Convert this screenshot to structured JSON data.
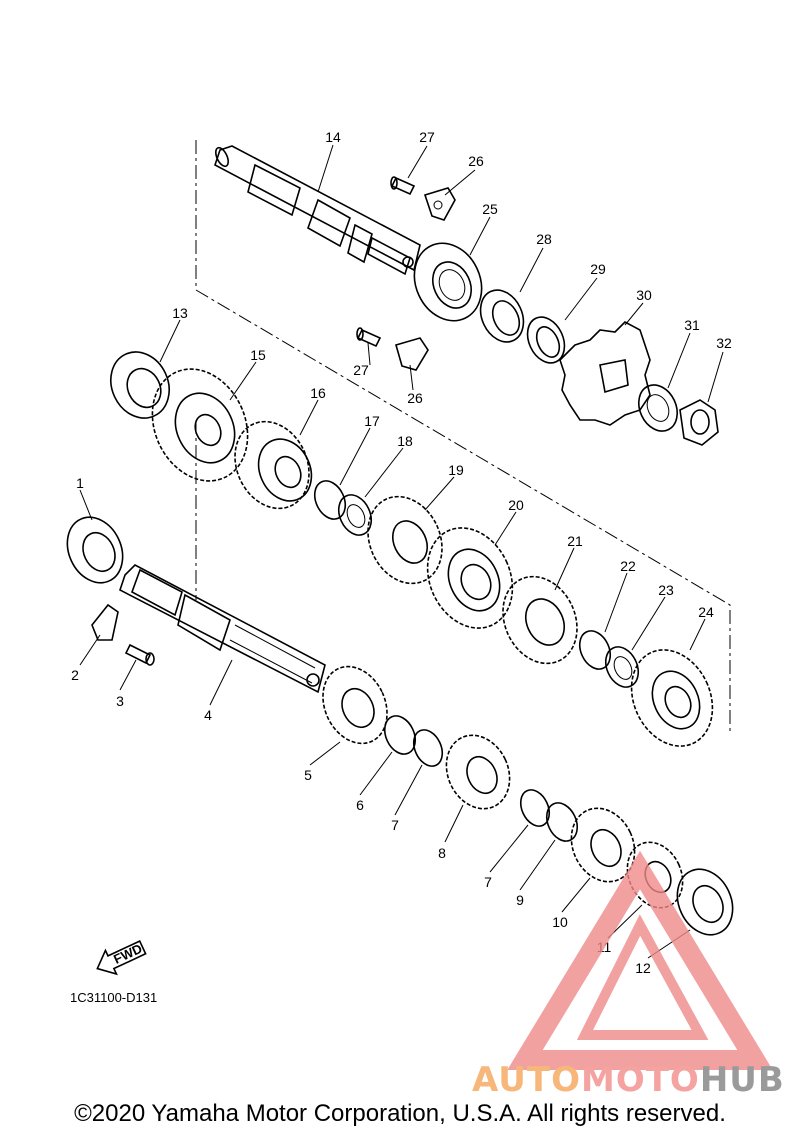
{
  "diagram": {
    "reference_code": "1C31100-D131",
    "fwd_label": "FWD",
    "part_labels": [
      "1",
      "2",
      "3",
      "4",
      "5",
      "6",
      "7",
      "7",
      "8",
      "9",
      "10",
      "11",
      "12",
      "13",
      "14",
      "15",
      "16",
      "17",
      "18",
      "19",
      "20",
      "21",
      "22",
      "23",
      "24",
      "25",
      "26",
      "26",
      "27",
      "27",
      "28",
      "29",
      "30",
      "31",
      "32"
    ]
  },
  "watermark": {
    "part1": "AUTO",
    "part2": "MOTO",
    "part3": "HUB",
    "colors": {
      "auto": "#f7b77a",
      "moto": "#f4a3a0",
      "hub": "#9a9a9a",
      "triangle": "#f08a8a"
    }
  },
  "footer": {
    "copyright": "©2020 Yamaha Motor Corporation, U.S.A. All rights reserved."
  }
}
